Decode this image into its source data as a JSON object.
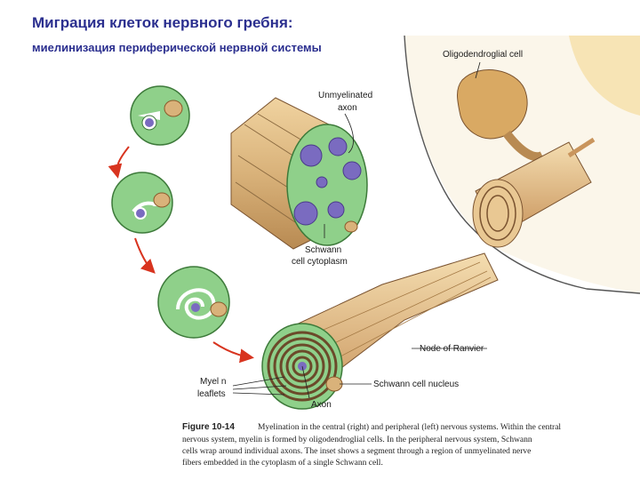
{
  "title": "Миграция клеток нервного гребня:",
  "subtitle": "миелинизация периферической нервной системы",
  "labels": {
    "oligodendroglial": "Oligodendroglial cell",
    "unmyelinated_1": "Unmyelinated",
    "unmyelinated_2": "axon",
    "schwann_cyto_1": "Schwann",
    "schwann_cyto_2": "cell cytoplasm",
    "node_ranvier": "Node of Ranvier",
    "schwann_nucleus": "Schwann cell nucleus",
    "axon": "Axon",
    "myelin_1": "Myel n",
    "myelin_2": "leaflets"
  },
  "caption": {
    "figure_label": "Figure 10-14",
    "line1": "Myelination in the central (right) and peripheral (left) nervous systems. Within the central",
    "line2": "nervous system, myelin is formed by oligodendroglial cells. In the peripheral nervous system, Schwann",
    "line3": "cells wrap around individual axons. The inset shows a segment through a region of unmyelinated nerve",
    "line4": "fibers embedded in the cytoplasm of a single Schwann cell."
  },
  "colors": {
    "title": "#2b2f8f",
    "schwann_green": "#8fd08a",
    "axon_purple": "#7a6bc0",
    "tan": "#d9b27a",
    "arrow_red": "#d8341f"
  }
}
